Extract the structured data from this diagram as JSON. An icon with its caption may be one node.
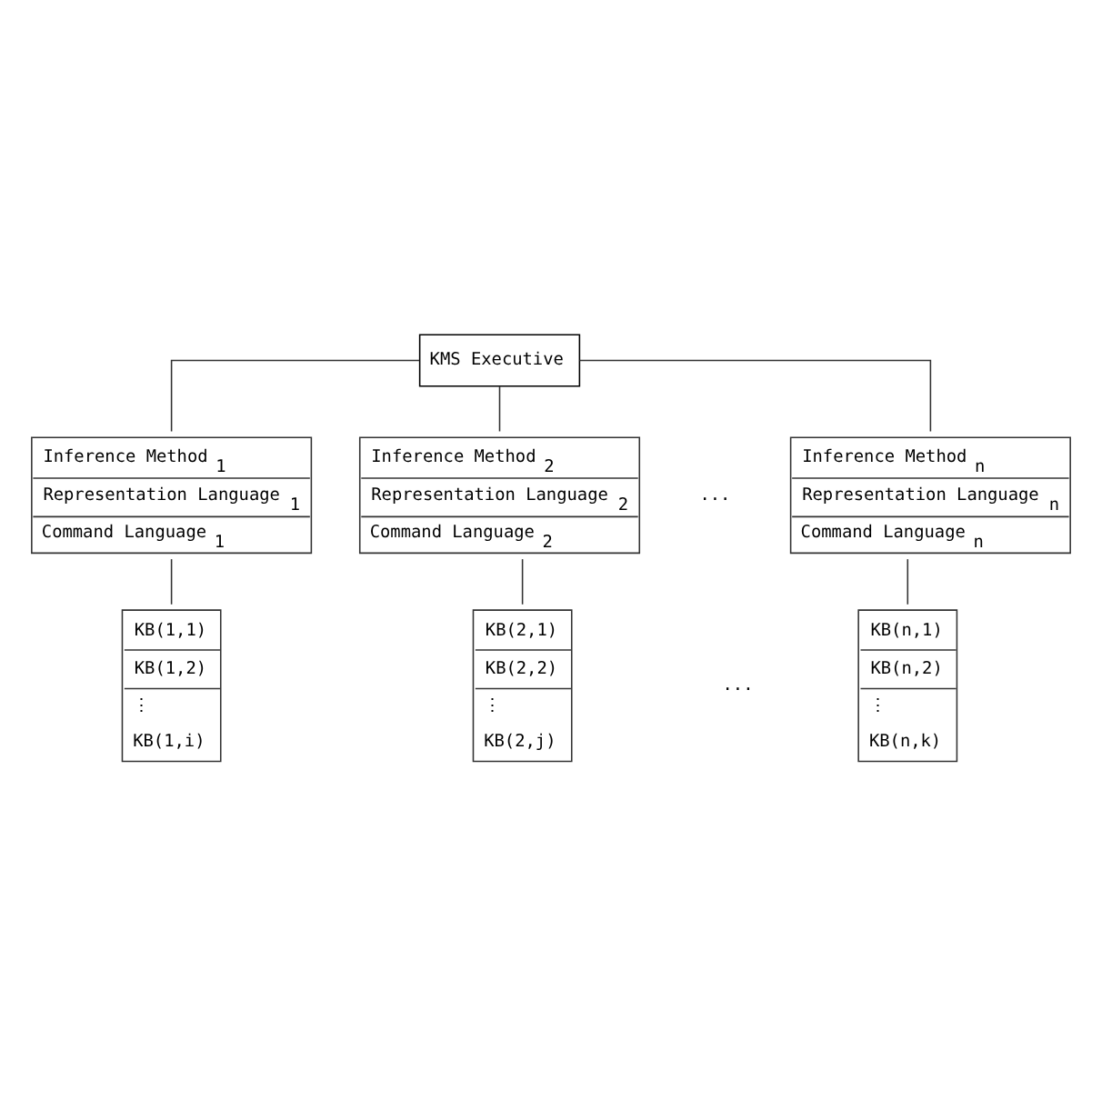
{
  "diagram": {
    "nodes": [
      {
        "text": [
          "KMS Executive"
        ]
      },
      {
        "text": [
          "Inference Method$_{1}$",
          "Representation Language$_{1}$",
          "Command Language$_{1}$"
        ]
      },
      {
        "text": [
          "Inference Method$_{2}$",
          "Representation Language$_{2}$",
          "Command Language$_{2}$"
        ]
      },
      {
        "text": [
          "Inference Method$_{n}$",
          "Representation Language$_{n}$",
          "Command Language$_{n}$"
        ]
      },
      {
        "text": [
          "KB(1,1)",
          "KB(1,2)",
          "⋮",
          "KB(1,i)"
        ]
      },
      {
        "text": [
          "KB(2,1)",
          "KB(2,2)",
          "⋮",
          "KB(2,j)"
        ]
      },
      {
        "text": [
          "KB(n,1)",
          "KB(n,2)",
          "⋮",
          "KB(n,k)"
        ]
      }
    ],
    "edges": [
      {
        "from": 0,
        "to": 1,
        "arrow": "none"
      },
      {
        "from": 0,
        "to": 2,
        "arrow": "none"
      },
      {
        "from": 0,
        "to": 3,
        "arrow": "none"
      },
      {
        "from": 1,
        "to": 4,
        "arrow": "none"
      },
      {
        "from": 2,
        "to": 5,
        "arrow": "none"
      },
      {
        "from": 3,
        "to": 6,
        "arrow": "none"
      }
    ],
    "labels": [
      "...",
      "..."
    ]
  }
}
